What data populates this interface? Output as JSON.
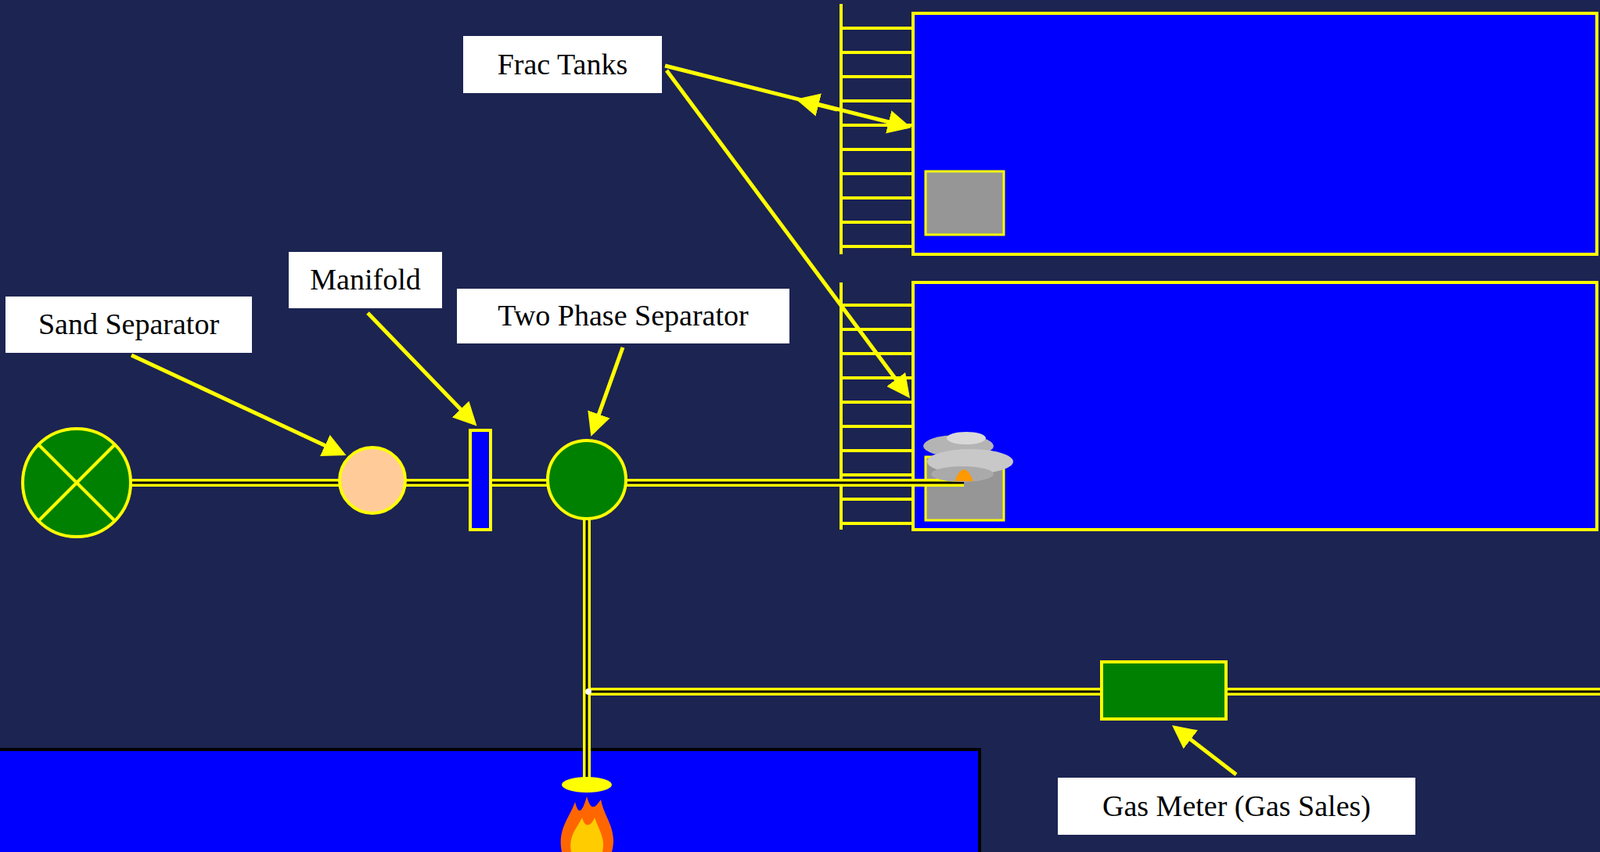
{
  "diagram": {
    "nodes": [
      {
        "text": [
          "Frac Tanks"
        ]
      },
      {
        "text": [
          "Manifold"
        ]
      },
      {
        "text": [
          "Sand Separator"
        ]
      },
      {
        "text": [
          "Two Phase Separator"
        ]
      },
      {
        "text": [
          "Gas Meter (Gas Sales)"
        ]
      }
    ]
  }
}
